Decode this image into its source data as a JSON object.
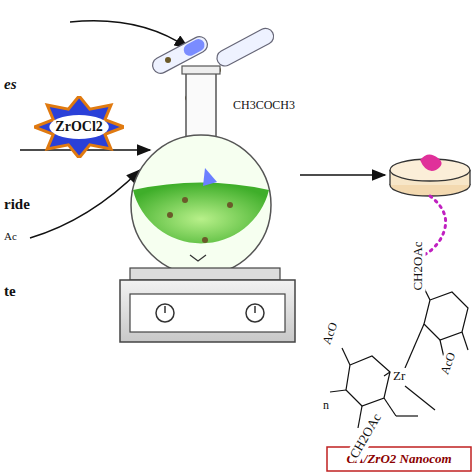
{
  "diagram": {
    "nodes": [
      {
        "text": [
          "ZrOCl2"
        ]
      },
      {
        "text": [
          "CA/ZrO2 Nanocom"
        ]
      }
    ],
    "labels": [
      "es",
      "ride",
      "Ac",
      "te",
      "CH3COCH3",
      "CH2OAc",
      "AcO",
      "Zr",
      "AcO",
      "n",
      "CH2OAc"
    ]
  }
}
